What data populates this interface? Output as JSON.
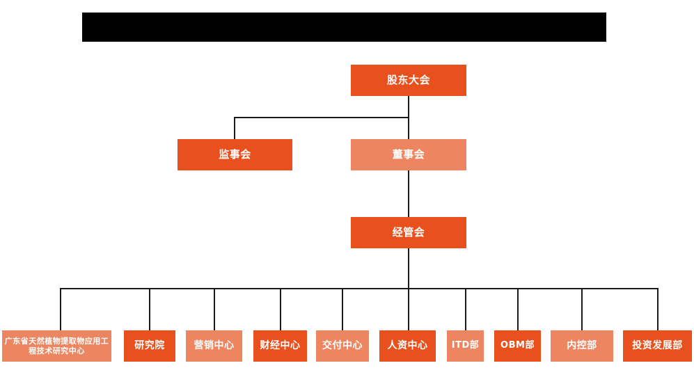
{
  "banner": {
    "label": "",
    "color": "#000000"
  },
  "colors": {
    "dark_orange": "#E8511E",
    "light_salmon": "#ED8560",
    "connector": "#1a1a1a",
    "background": "#ffffff",
    "text": "#ffffff"
  },
  "chart_data": {
    "type": "org-chart",
    "title": "",
    "levels": [
      {
        "level": 1,
        "nodes": [
          {
            "id": "shareholders",
            "label": "股东大会",
            "shade": "dark"
          }
        ]
      },
      {
        "level": 2,
        "nodes": [
          {
            "id": "supervisors",
            "label": "监事会",
            "shade": "dark"
          },
          {
            "id": "directors",
            "label": "董事会",
            "shade": "light"
          }
        ]
      },
      {
        "level": 3,
        "nodes": [
          {
            "id": "management",
            "label": "经管会",
            "shade": "dark"
          }
        ]
      },
      {
        "level": 4,
        "nodes": [
          {
            "id": "research-center",
            "label": "广东省天然植物提取物应用工程技术研究中心",
            "shade": "light"
          },
          {
            "id": "institute",
            "label": "研究院",
            "shade": "dark"
          },
          {
            "id": "marketing",
            "label": "营销中心",
            "shade": "light"
          },
          {
            "id": "finance",
            "label": "财经中心",
            "shade": "dark"
          },
          {
            "id": "delivery",
            "label": "交付中心",
            "shade": "light"
          },
          {
            "id": "hr",
            "label": "人资中心",
            "shade": "dark"
          },
          {
            "id": "itd",
            "label": "ITD部",
            "shade": "light"
          },
          {
            "id": "obm",
            "label": "OBM部",
            "shade": "dark"
          },
          {
            "id": "internal-control",
            "label": "内控部",
            "shade": "light"
          },
          {
            "id": "investment",
            "label": "投资发展部",
            "shade": "dark"
          }
        ]
      }
    ],
    "edges": [
      {
        "from": "shareholders",
        "to": "supervisors"
      },
      {
        "from": "shareholders",
        "to": "directors"
      },
      {
        "from": "directors",
        "to": "management"
      },
      {
        "from": "management",
        "to": "research-center"
      },
      {
        "from": "management",
        "to": "institute"
      },
      {
        "from": "management",
        "to": "marketing"
      },
      {
        "from": "management",
        "to": "finance"
      },
      {
        "from": "management",
        "to": "delivery"
      },
      {
        "from": "management",
        "to": "hr"
      },
      {
        "from": "management",
        "to": "itd"
      },
      {
        "from": "management",
        "to": "obm"
      },
      {
        "from": "management",
        "to": "internal-control"
      },
      {
        "from": "management",
        "to": "investment"
      }
    ]
  }
}
